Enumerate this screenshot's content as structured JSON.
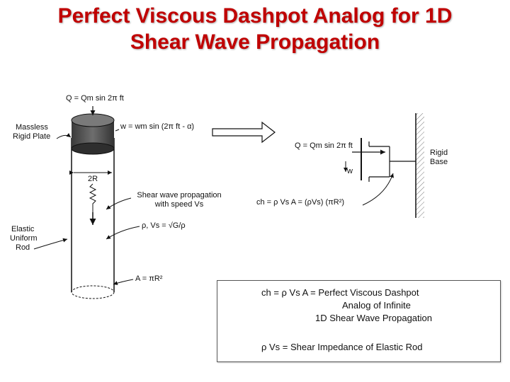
{
  "title": {
    "line1": "Perfect Viscous Dashpot Analog for 1D",
    "line2": "Shear Wave Propagation"
  },
  "left_figure": {
    "force_label": "Q = Qm sin 2π ft",
    "plate_label_1": "Massless",
    "plate_label_2": "Rigid Plate",
    "displacement_label": "w = wm sin (2π ft - α)",
    "radius_label": "2R",
    "wave_label_1": "Shear wave propagation",
    "wave_label_2": "with speed Vs",
    "material_label": "ρ, Vs = √G/ρ",
    "rod_label_1": "Elastic",
    "rod_label_2": "Uniform",
    "rod_label_3": "Rod",
    "area_label": "A = πR²"
  },
  "right_figure": {
    "force_label": "Q = Qm sin 2π ft",
    "displacement_label": "w",
    "base_label_1": "Rigid",
    "base_label_2": "Base",
    "damping_label": "ch = ρ Vs A = (ρVs) (πR²)"
  },
  "summary_box": {
    "line1": "ch = ρ Vs A = Perfect Viscous Dashpot",
    "line2": "Analog of Infinite",
    "line3": "1D Shear Wave Propagation",
    "line4": "ρ Vs = Shear Impedance of Elastic Rod"
  }
}
